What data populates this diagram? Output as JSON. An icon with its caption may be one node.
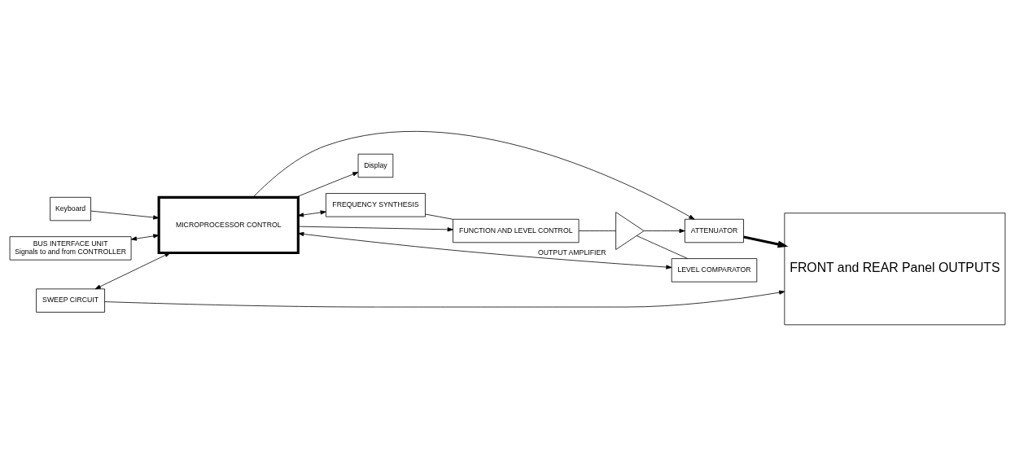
{
  "diagram": {
    "nodes": [
      {
        "text": [
          "Keyboard"
        ]
      },
      {
        "text": [
          "BUS INTERFACE UNIT",
          "Signals to and from CONTROLLER"
        ]
      },
      {
        "text": [
          "MICROPROCESSOR CONTROL"
        ]
      },
      {
        "text": [
          "Display"
        ]
      },
      {
        "text": [
          "FRONT and REAR Panel OUTPUTS"
        ]
      },
      {
        "text": [
          "FREQUENCY SYNTHESIS"
        ]
      },
      {
        "text": [
          "FUNCTION AND LEVEL CONTROL"
        ]
      },
      {
        "text": [
          "LEVEL COMPARATOR"
        ]
      },
      {
        "text": [
          "OUTPUT AMPLIFIER"
        ]
      },
      {
        "text": [
          "ATTENUATOR"
        ]
      },
      {
        "text": [
          "SWEEP CIRCUIT"
        ]
      }
    ],
    "edges": [
      {
        "from": 0,
        "to": 2,
        "arrow": "to"
      },
      {
        "from": 1,
        "to": 2,
        "arrow": "both"
      },
      {
        "from": 2,
        "to": 3,
        "arrow": "to"
      },
      {
        "from": 2,
        "to": 5,
        "arrow": "both"
      },
      {
        "from": 2,
        "to": 6,
        "arrow": "to"
      },
      {
        "from": 2,
        "to": 7,
        "arrow": "both"
      },
      {
        "from": 2,
        "to": 9,
        "arrow": "to"
      },
      {
        "from": 5,
        "to": 6,
        "arrow": "none"
      },
      {
        "from": 6,
        "to": 8,
        "arrow": "none"
      },
      {
        "from": 8,
        "to": 9,
        "arrow": "to"
      },
      {
        "from": 8,
        "to": 7,
        "arrow": "none"
      },
      {
        "from": 9,
        "to": 4,
        "arrow": "to",
        "style": "thick"
      },
      {
        "from": 10,
        "to": 2,
        "arrow": "both"
      },
      {
        "from": 10,
        "to": 4,
        "arrow": "to"
      }
    ]
  }
}
